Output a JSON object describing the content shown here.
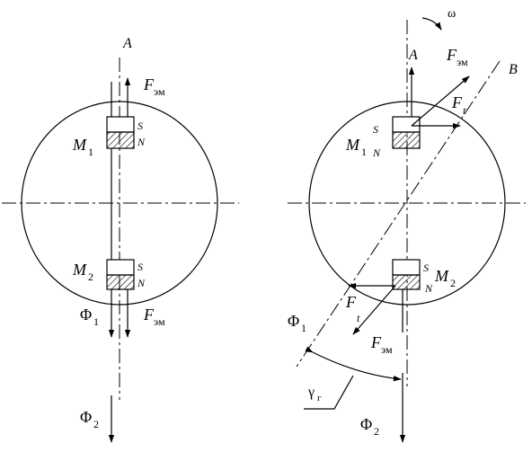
{
  "colors": {
    "ink": "#000000",
    "background": "#ffffff",
    "hatch": "#000000"
  },
  "left": {
    "axis_label": "A",
    "force_top": {
      "main": "F",
      "sub": "эм"
    },
    "magnet_1": {
      "name": "M",
      "index": "1",
      "pole_top": "S",
      "pole_bottom": "N"
    },
    "magnet_2": {
      "name": "M",
      "index": "2",
      "pole_top": "S",
      "pole_bottom": "N"
    },
    "flux_1": {
      "main": "Φ",
      "sub": "1"
    },
    "force_bottom": {
      "main": "F",
      "sub": "эм"
    },
    "flux_2": {
      "main": "Φ",
      "sub": "2"
    }
  },
  "right": {
    "rotation": "ω",
    "axis_label_a": "A",
    "axis_label_b": "B",
    "force_em_top": {
      "main": "F",
      "sub": "эм"
    },
    "force_t_top": {
      "main": "F",
      "sub": "t"
    },
    "magnet_1": {
      "name": "M",
      "index": "1",
      "pole_top": "S",
      "pole_bottom": "N"
    },
    "magnet_2": {
      "name": "M",
      "index": "2",
      "pole_top": "S",
      "pole_bottom": "N"
    },
    "force_t_bottom": {
      "main": "F",
      "sub": "t"
    },
    "force_em_bottom": {
      "main": "F",
      "sub": "эм"
    },
    "flux_1": {
      "main": "Φ",
      "sub": "1"
    },
    "angle": {
      "main": "γ",
      "sub": "г"
    },
    "flux_2": {
      "main": "Φ",
      "sub": "2"
    }
  }
}
